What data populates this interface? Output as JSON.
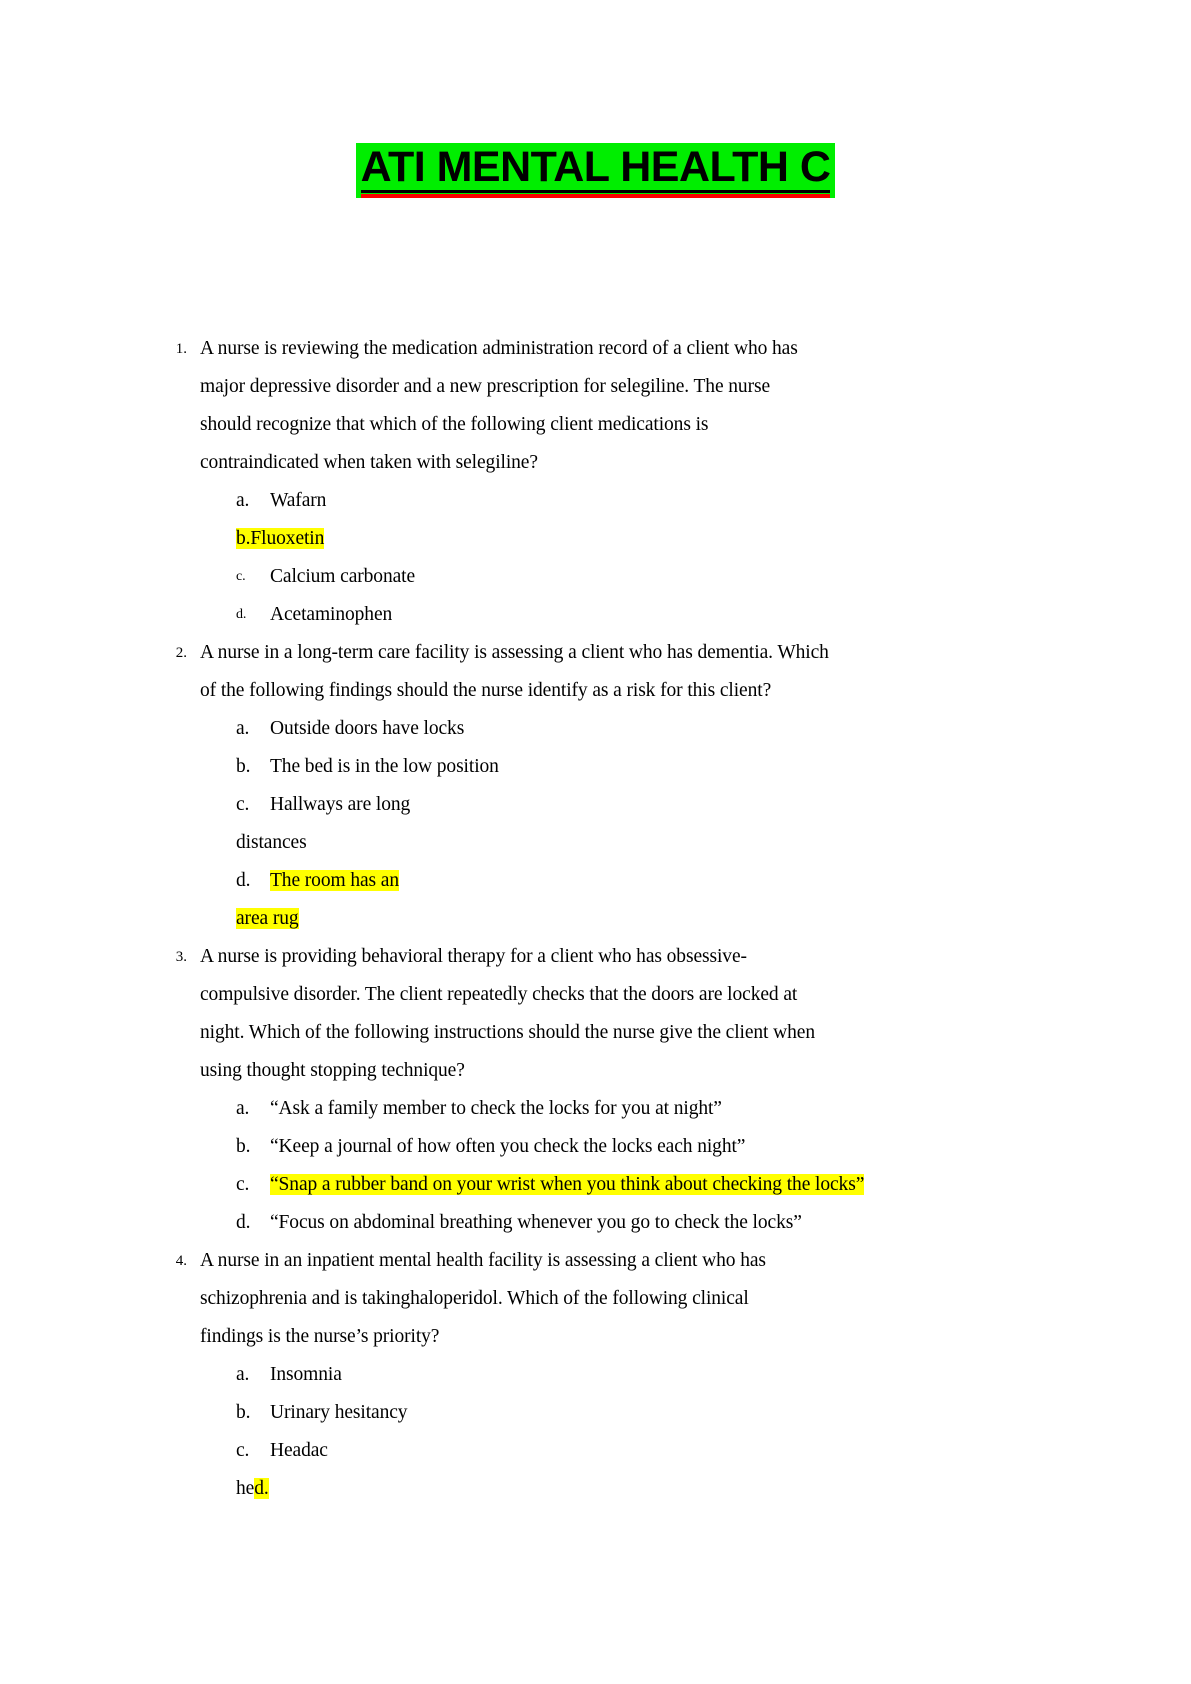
{
  "document": {
    "title": "ATI MENTAL HEALTH C",
    "title_highlight_color": "#00ee00",
    "title_underline_color": "#ff0000",
    "answer_highlight_color": "#ffff00",
    "page_background": "#ffffff"
  },
  "questions": [
    {
      "number": "1.",
      "lines": [
        "A nurse is reviewing the medication administration record of a client who has",
        "major depressive disorder and a new prescription for selegiline. The nurse",
        "should recognize that which of the following client medications is",
        "contraindicated when taken with selegiline?"
      ],
      "options": [
        {
          "mark": "a.",
          "text": "Wafarn",
          "highlighted": false,
          "flush": false,
          "small_mark": false
        },
        {
          "mark": "b.",
          "text": "Fluoxetin",
          "highlighted": true,
          "flush": true,
          "small_mark": false
        },
        {
          "mark": "c.",
          "text": "Calcium carbonate",
          "highlighted": false,
          "flush": false,
          "small_mark": true
        },
        {
          "mark": "d.",
          "text": "Acetaminophen",
          "highlighted": false,
          "flush": false,
          "small_mark": true
        }
      ]
    },
    {
      "number": "2.",
      "lines": [
        "A nurse in a long-term care facility is assessing a client who has dementia. Which",
        "of the following findings should the nurse identify as a risk for this client?"
      ],
      "options": [
        {
          "mark": "a.",
          "text": "Outside doors have locks",
          "highlighted": false,
          "flush": false,
          "small_mark": false
        },
        {
          "mark": "b.",
          "text": "The bed is in the low position",
          "highlighted": false,
          "flush": false,
          "small_mark": false
        },
        {
          "mark": "c.",
          "text": "Hallways are long",
          "highlighted": false,
          "flush": false,
          "small_mark": false,
          "continuation": "distances",
          "continuation_highlighted": false
        },
        {
          "mark": "d.",
          "text": "The room has an",
          "highlighted": true,
          "flush": false,
          "small_mark": false,
          "continuation": "area rug",
          "continuation_highlighted": true
        }
      ]
    },
    {
      "number": "3.",
      "lines": [
        "A nurse is providing behavioral therapy for a client who has obsessive-",
        "compulsive disorder. The client repeatedly checks that the doors are locked at",
        "night. Which of the following instructions should the nurse give the client when",
        "using thought stopping technique?"
      ],
      "options": [
        {
          "mark": "a.",
          "text": "“Ask a family member to check the locks for you at night”",
          "highlighted": false,
          "flush": false,
          "small_mark": false
        },
        {
          "mark": "b.",
          "text": "“Keep a journal of how often you check the locks each night”",
          "highlighted": false,
          "flush": false,
          "small_mark": false
        },
        {
          "mark": "c.",
          "text": "“Snap a rubber band on your wrist when you think about checking the locks”",
          "highlighted": true,
          "flush": false,
          "small_mark": false
        },
        {
          "mark": "d.",
          "text": "“Focus on abdominal breathing whenever you go to check the locks”",
          "highlighted": false,
          "flush": false,
          "small_mark": false
        }
      ]
    },
    {
      "number": "4.",
      "lines": [
        "A nurse in an inpatient mental health facility is assessing a client who has",
        "schizophrenia and is takinghaloperidol. Which of the following clinical",
        "findings is the nurse’s priority?"
      ],
      "options": [
        {
          "mark": "a.",
          "text": "Insomnia",
          "highlighted": false,
          "flush": false,
          "small_mark": false
        },
        {
          "mark": "b.",
          "text": "Urinary hesitancy",
          "highlighted": false,
          "flush": false,
          "small_mark": false
        },
        {
          "mark": "c.",
          "text": "Headac",
          "highlighted": false,
          "flush": false,
          "small_mark": false,
          "continuation": "he",
          "continuation_suffix": "d.",
          "continuation_suffix_highlighted": true
        }
      ]
    }
  ]
}
